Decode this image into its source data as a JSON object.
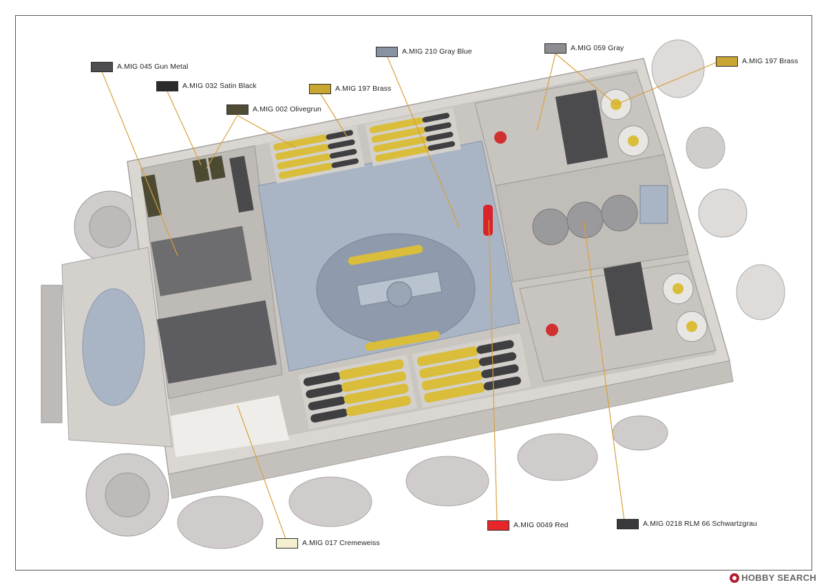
{
  "callouts": [
    {
      "id": "gun-metal",
      "label": "A.MIG 045 Gun Metal",
      "color": "#4e4d50"
    },
    {
      "id": "satin-black",
      "label": "A.MIG 032  Satin Black",
      "color": "#2c2b2b"
    },
    {
      "id": "olivegrun",
      "label": "A.MIG 002 Olivegrun",
      "color": "#4f4b34"
    },
    {
      "id": "brass-left",
      "label": "A.MIG 197 Brass",
      "color": "#c9a632"
    },
    {
      "id": "gray-blue",
      "label": "A.MIG 210 Gray Blue",
      "color": "#8793a0"
    },
    {
      "id": "gray",
      "label": "A.MIG 059 Gray",
      "color": "#8c8d90"
    },
    {
      "id": "brass-right",
      "label": "A.MIG 197 Brass",
      "color": "#c9a632"
    },
    {
      "id": "red",
      "label": "A.MIG 0049 Red",
      "color": "#e8262a"
    },
    {
      "id": "schwartzgrau",
      "label": "A.MIG 0218 RLM 66 Schwartzgrau",
      "color": "#3a393c"
    },
    {
      "id": "cremeweiss",
      "label": "A.MIG 017 Cremeweiss",
      "color": "#f4f0cf"
    }
  ],
  "colors": {
    "hull": "#dad7d3",
    "hull_shadow": "#bcb9b5",
    "interior_blue": "#a9b4c4",
    "shell_brass": "#d9bd3b",
    "shell_tip": "#3f3e40",
    "green_box": "#4a4a30",
    "leader_line": "#d8a03a"
  },
  "watermark": "HOBBY SEARCH"
}
